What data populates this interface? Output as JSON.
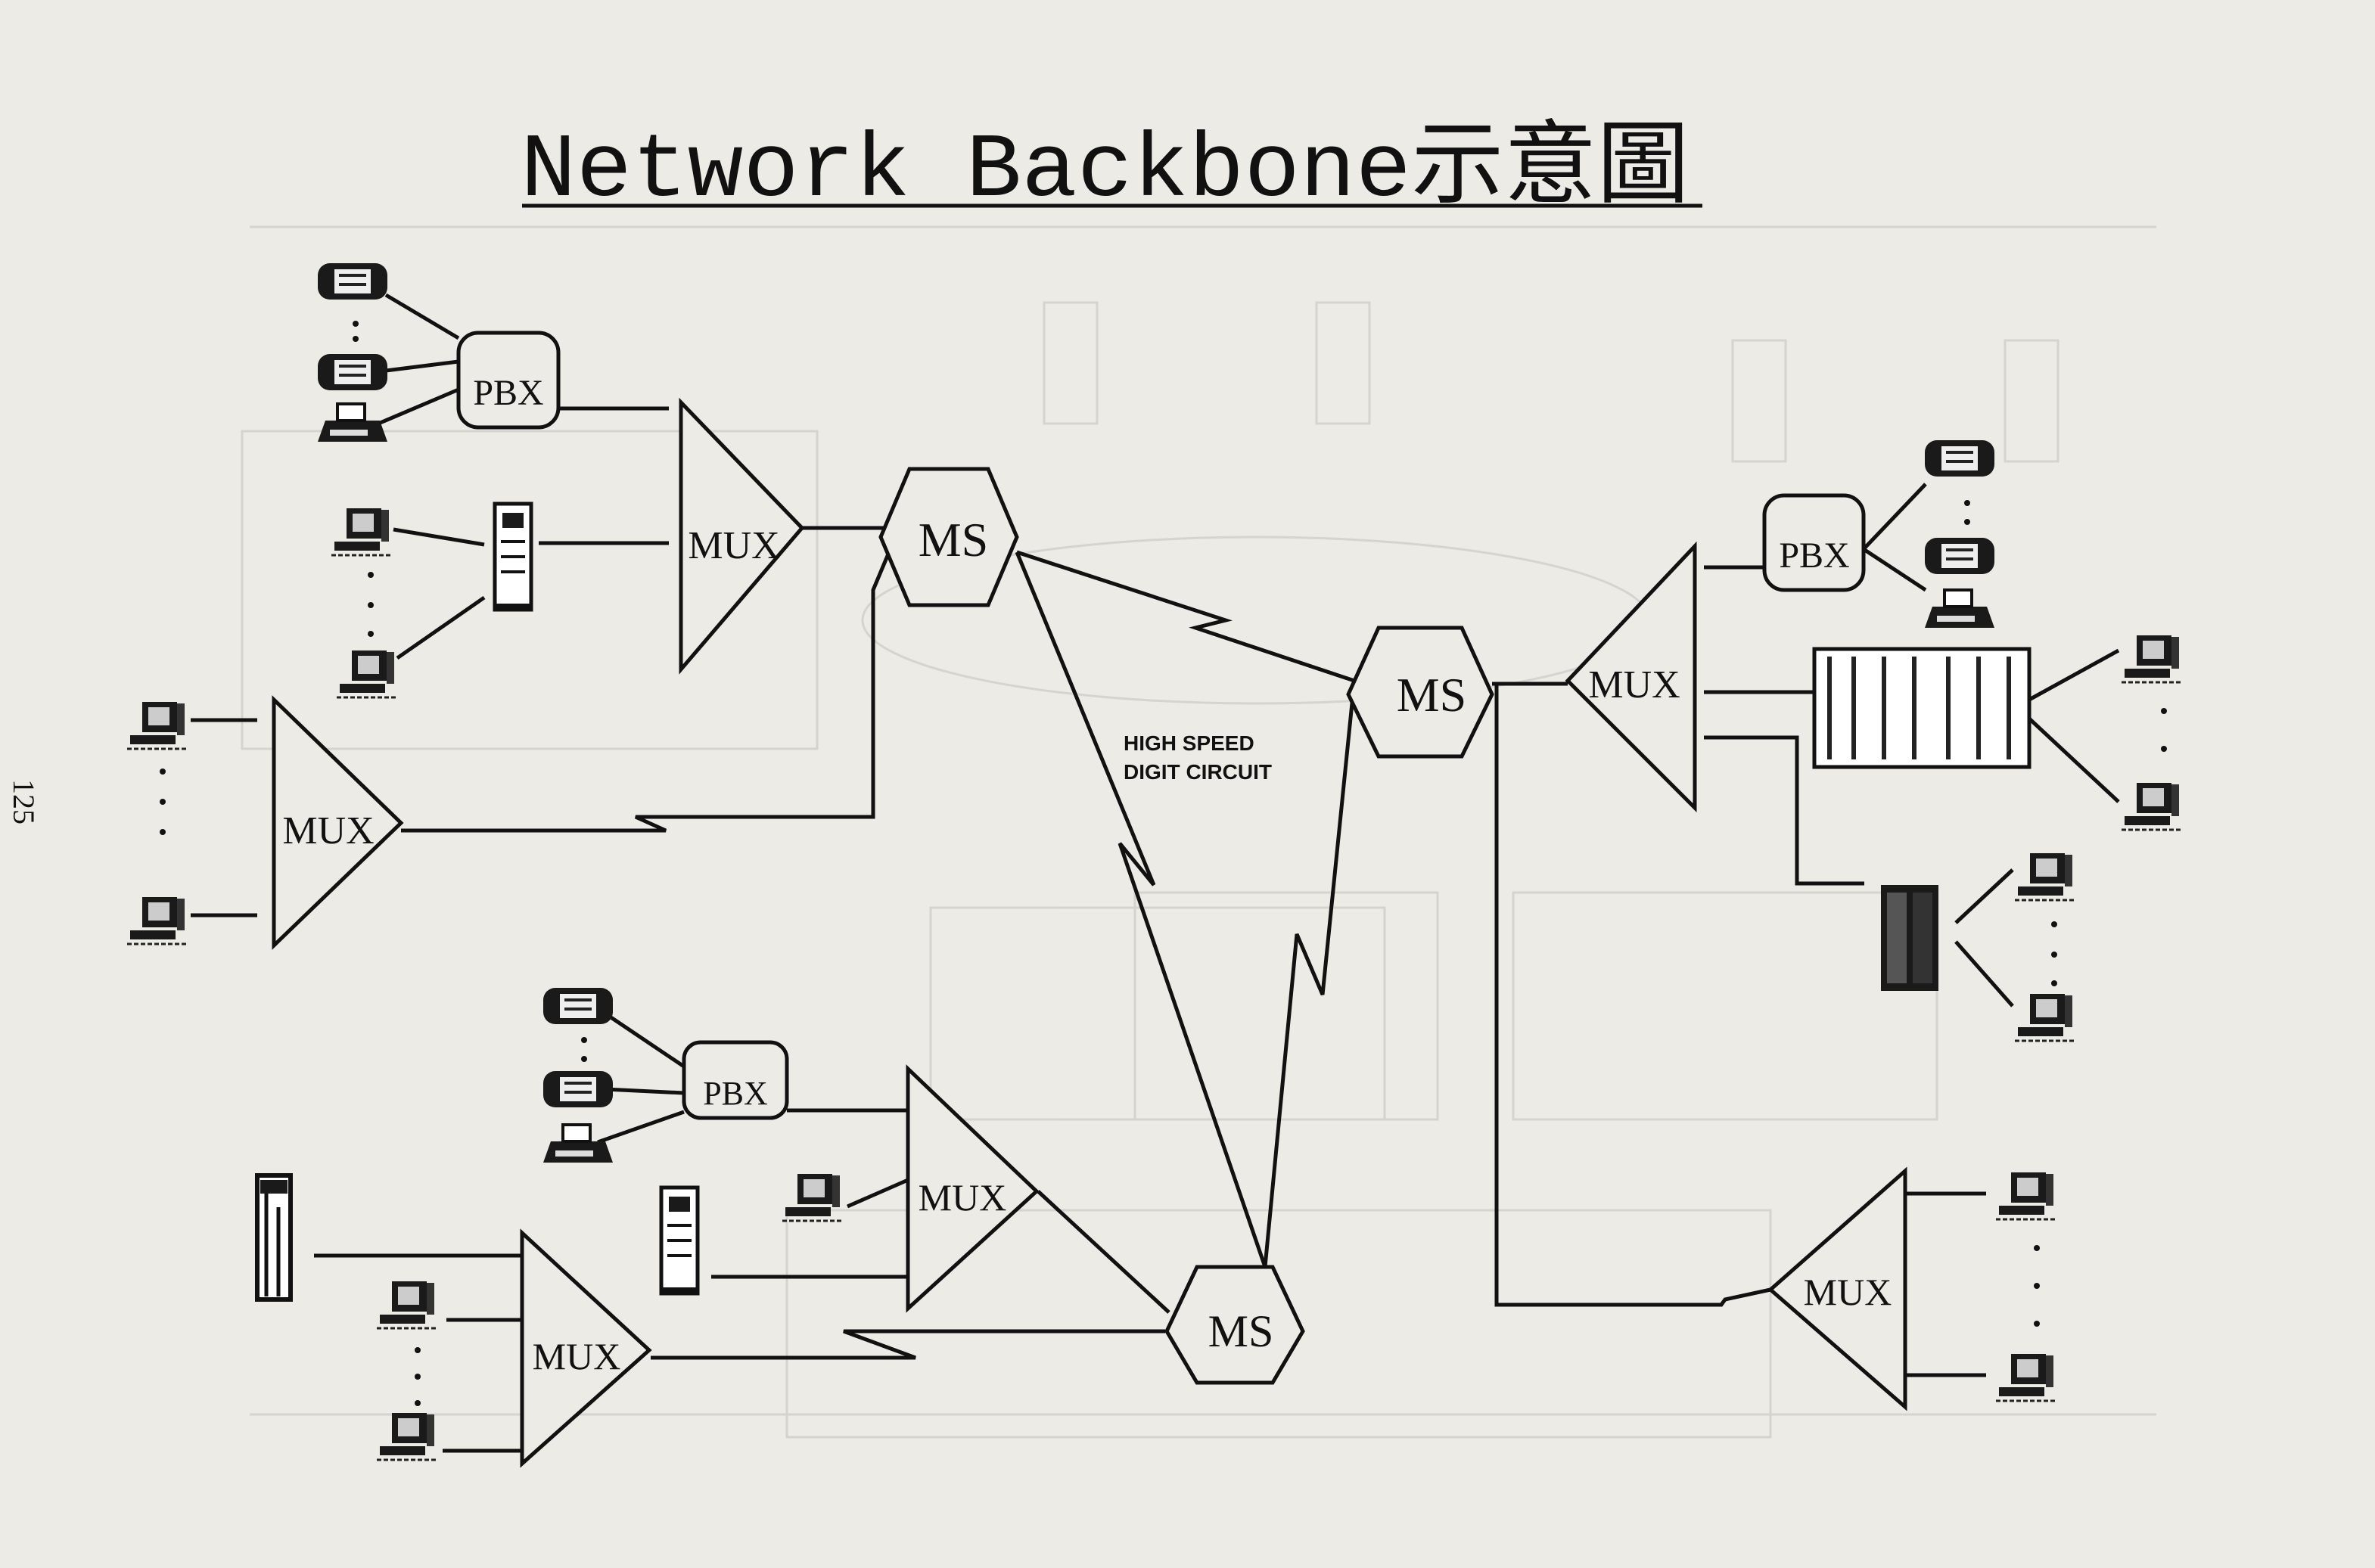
{
  "title": "Network Backbone示意圖",
  "page_number": "125",
  "circuit_label_line1": "HIGH SPEED",
  "circuit_label_line2": "DIGIT CIRCUIT",
  "node_labels": {
    "pbx": "PBX",
    "mux": "MUX",
    "ms": "MS"
  },
  "icons": [
    "telephone-icon",
    "fax-icon",
    "terminal-icon",
    "host-computer-icon",
    "mainframe-icon"
  ],
  "colors": {
    "paper": "#ecebe6",
    "ink": "#111111"
  }
}
